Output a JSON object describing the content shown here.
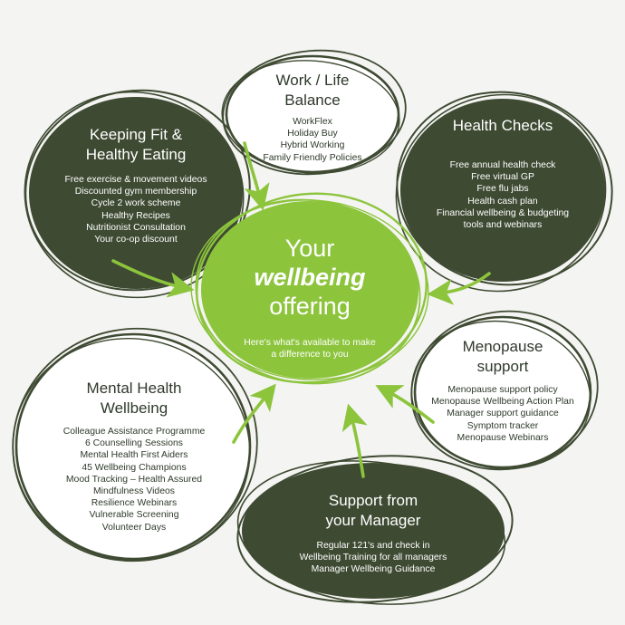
{
  "colors": {
    "dark_green": "#3e4a32",
    "center_green": "#8cc43c",
    "arrow_green": "#8cc43c",
    "outline": "#3e4a32",
    "background": "#f4f4f2"
  },
  "center": {
    "title_line1": "Your",
    "title_line2": "wellbeing",
    "title_line3": "offering",
    "subtitle_line1": "Here's what's available to make",
    "subtitle_line2": "a difference to you"
  },
  "work_life": {
    "title_line1": "Work / Life",
    "title_line2": "Balance",
    "items": [
      "WorkFlex",
      "Holiday Buy",
      "Hybrid Working",
      "Family Friendly Policies"
    ]
  },
  "health_checks": {
    "title_line1": "Health Checks",
    "items": [
      "Free annual health check",
      "Free virtual GP",
      "Free flu jabs",
      "Health cash plan",
      "Financial wellbeing & budgeting",
      "tools and webinars"
    ]
  },
  "keeping_fit": {
    "title_line1": "Keeping Fit &",
    "title_line2": "Healthy Eating",
    "items": [
      "Free exercise & movement videos",
      "Discounted gym membership",
      "Cycle 2 work scheme",
      "Healthy Recipes",
      "Nutritionist Consultation",
      "Your co-op discount"
    ]
  },
  "menopause": {
    "title_line1": "Menopause",
    "title_line2": "support",
    "items": [
      "Menopause support policy",
      "Menopause Wellbeing Action Plan",
      "Manager support guidance",
      "Symptom tracker",
      "Menopause Webinars"
    ]
  },
  "mental_health": {
    "title_line1": "Mental Health",
    "title_line2": "Wellbeing",
    "items": [
      "Colleague Assistance Programme",
      "6 Counselling Sessions",
      "Mental Health First Aiders",
      "45 Wellbeing Champions",
      "Mood Tracking – Health Assured",
      "Mindfulness Videos",
      "Resilience Webinars",
      "Vulnerable Screening",
      "Volunteer Days"
    ]
  },
  "manager": {
    "title_line1": "Support from",
    "title_line2": "your Manager",
    "items": [
      "Regular 121's and check in",
      "Wellbeing Training for all managers",
      "Manager Wellbeing Guidance"
    ]
  }
}
